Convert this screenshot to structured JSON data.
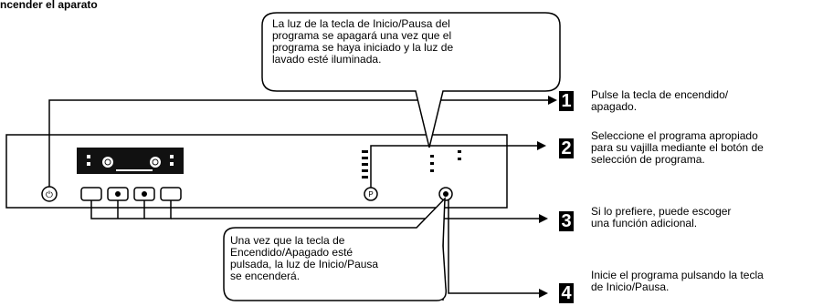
{
  "title": "ncender el aparato",
  "callout_top": [
    "La luz de la tecla de Inicio/Pausa del",
    "programa se apagará una vez que el",
    "programa se haya iniciado y la luz de",
    "lavado esté iluminada."
  ],
  "callout_bottom": [
    "Una vez que la tecla de",
    "Encendido/Apagado esté",
    "pulsada, la luz de Inicio/Pausa",
    "se encenderá."
  ],
  "steps": [
    {
      "number": "1",
      "lines": [
        " Pulse la tecla de encendido/",
        "apagado."
      ]
    },
    {
      "number": "2",
      "lines": [
        "Seleccione el programa apropiado",
        "para su vajilla mediante el botón de",
        "selección de programa."
      ]
    },
    {
      "number": "3",
      "lines": [
        "Si lo prefiere, puede escoger",
        "una función adicional."
      ]
    },
    {
      "number": "4",
      "lines": [
        "Inicie el programa pulsando la tecla",
        "de Inicio/Pausa."
      ]
    }
  ],
  "panel": {
    "power_symbol": "⏻",
    "program_knob_label": "P"
  }
}
